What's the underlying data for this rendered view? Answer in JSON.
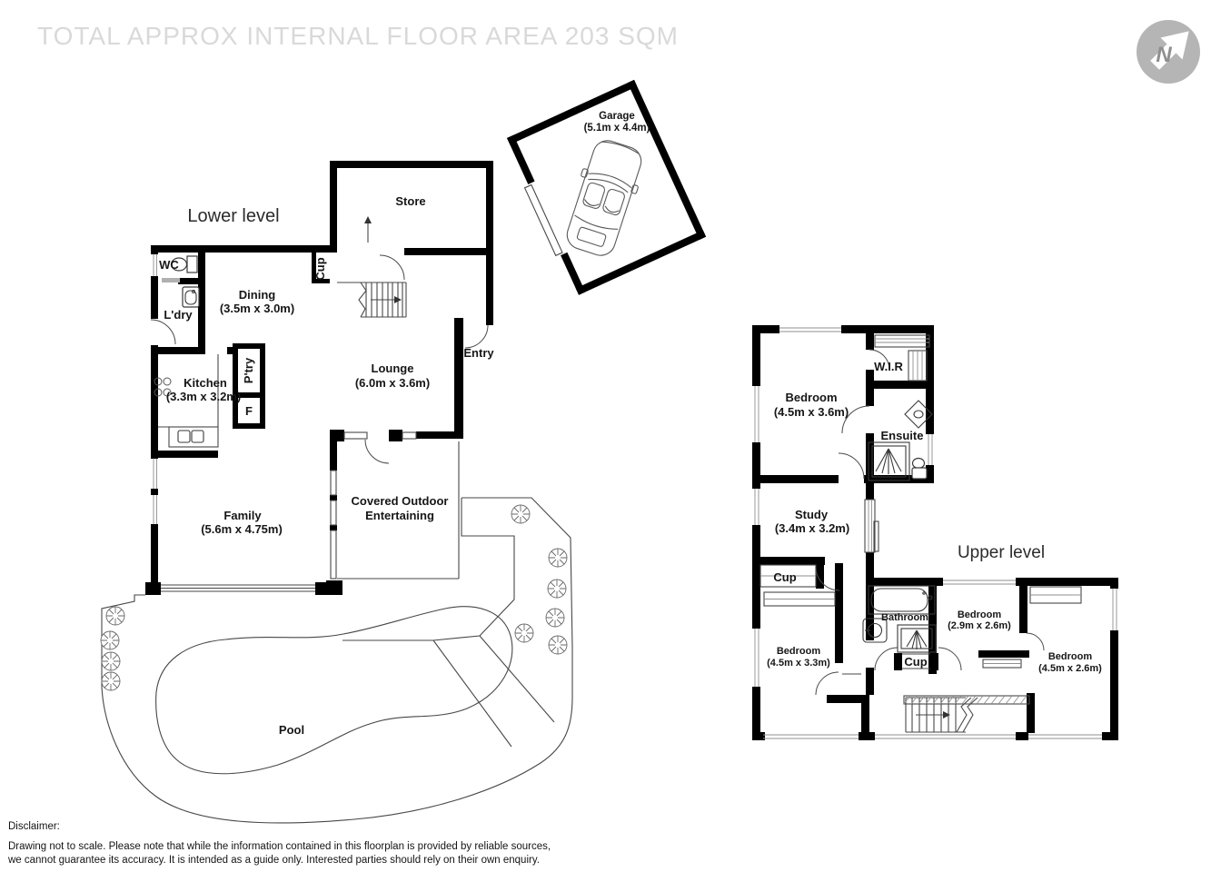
{
  "title": "TOTAL APPROX INTERNAL FLOOR AREA 203 SQM",
  "north_letter": "N",
  "colors": {
    "wall": "#000000",
    "title_gray": "#d9d9d9",
    "logo_gray": "#b5b5b5"
  },
  "lower": {
    "heading": "Lower level",
    "wc": "WC",
    "laundry": "L'dry",
    "dining_name": "Dining",
    "dining_dims": "(3.5m x 3.0m)",
    "store": "Store",
    "cup": "Cup",
    "entry": "Entry",
    "kitchen_name": "Kitchen",
    "kitchen_dims": "(3.3m x 3.2m)",
    "pantry": "P'try",
    "fridge": "F",
    "lounge_name": "Lounge",
    "lounge_dims": "(6.0m x 3.6m)",
    "family_name": "Family",
    "family_dims": "(5.6m x 4.75m)",
    "outdoor_line1": "Covered Outdoor",
    "outdoor_line2": "Entertaining",
    "pool": "Pool"
  },
  "garage": {
    "name": "Garage",
    "dims": "(5.1m x 4.4m)"
  },
  "upper": {
    "heading": "Upper level",
    "bedroom1_name": "Bedroom",
    "bedroom1_dims": "(4.5m x 3.6m)",
    "wir": "W.I.R",
    "ensuite": "Ensuite",
    "study_name": "Study",
    "study_dims": "(3.4m x 3.2m)",
    "cup1": "Cup",
    "bedroom2_name": "Bedroom",
    "bedroom2_dims": "(4.5m x 3.3m)",
    "bathroom": "Bathroom",
    "cup2": "Cup",
    "bedroom3_name": "Bedroom",
    "bedroom3_dims": "(2.9m x 2.6m)",
    "bedroom4_name": "Bedroom",
    "bedroom4_dims": "(4.5m x 2.6m)"
  },
  "disclaimer": {
    "heading": "Disclaimer:",
    "line1": "Drawing not to scale. Please note that while the information contained in this floorplan is provided by reliable sources,",
    "line2": "we cannot guarantee its accuracy. It is intended as a guide only. Interested parties should rely on their own enquiry."
  }
}
